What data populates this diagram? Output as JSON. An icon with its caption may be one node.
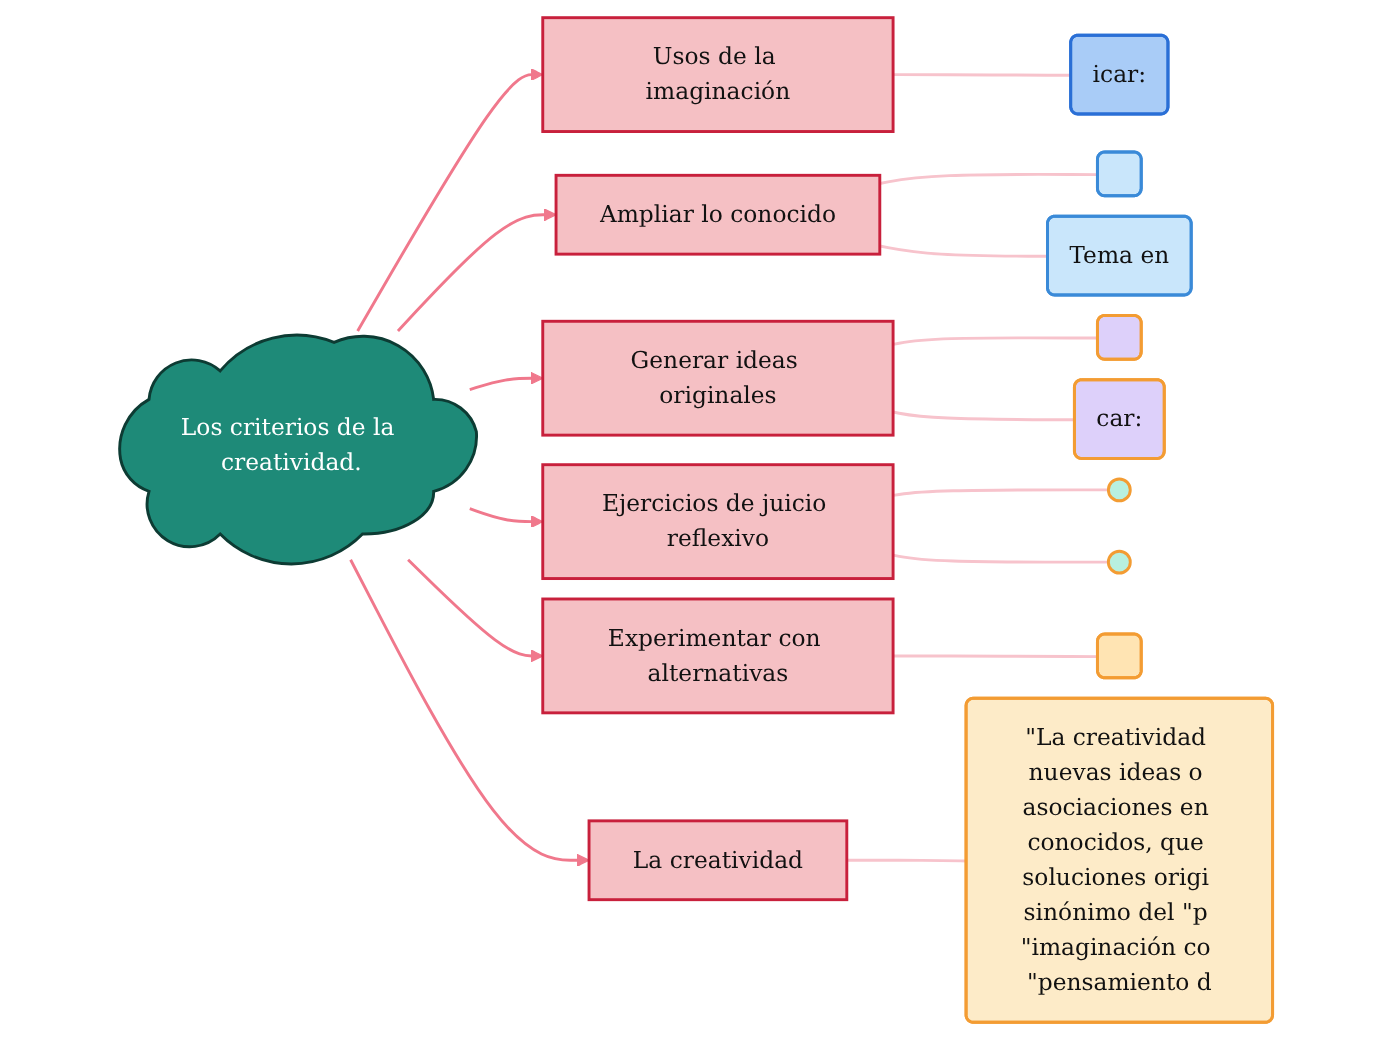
{
  "diagram": {
    "nodes": [
      {
        "text": [
          "Los criterios de la creatividad."
        ]
      },
      {
        "text": [
          "Usos de la imaginación"
        ]
      },
      {
        "text": [
          "icar:"
        ]
      },
      {
        "text": [
          "Ampliar lo conocido"
        ]
      },
      {
        "text": [],
        "shape": "box"
      },
      {
        "text": [
          "Tema en"
        ]
      },
      {
        "text": [
          "Generar ideas originales"
        ]
      },
      {
        "text": [],
        "shape": "box"
      },
      {
        "text": [
          "car:"
        ]
      },
      {
        "text": [
          "Ejercicios de juicio reflexivo"
        ]
      },
      {
        "text": [],
        "shape": "circle"
      },
      {
        "text": [],
        "shape": "circle"
      },
      {
        "text": [
          "Experimentar con alternativas"
        ]
      },
      {
        "text": [],
        "shape": "box"
      },
      {
        "text": [
          "La creatividad"
        ]
      },
      {
        "text": [
          "\"La creatividad nuevas ideas o asociaciones en conocidos, que soluciones origi sinónimo del \"p \"imaginación co \"pensamiento d"
        ]
      }
    ],
    "edges": [
      {
        "from": 0,
        "to": 1,
        "arrow": "to"
      },
      {
        "from": 1,
        "to": 2,
        "arrow": "none",
        "color": "#f7c3cc"
      },
      {
        "from": 0,
        "to": 3,
        "arrow": "to"
      },
      {
        "from": 3,
        "to": 4,
        "arrow": "none",
        "color": "#f7c3cc"
      },
      {
        "from": 3,
        "to": 5,
        "arrow": "none",
        "color": "#f7c3cc"
      },
      {
        "from": 0,
        "to": 6,
        "arrow": "to"
      },
      {
        "from": 6,
        "to": 7,
        "arrow": "none",
        "color": "#f7c3cc"
      },
      {
        "from": 6,
        "to": 8,
        "arrow": "none",
        "color": "#f7c3cc"
      },
      {
        "from": 0,
        "to": 9,
        "arrow": "to"
      },
      {
        "from": 9,
        "to": 10,
        "arrow": "none",
        "color": "#f7c3cc"
      },
      {
        "from": 9,
        "to": 11,
        "arrow": "none",
        "color": "#f7c3cc"
      },
      {
        "from": 0,
        "to": 12,
        "arrow": "to"
      },
      {
        "from": 12,
        "to": 13,
        "arrow": "none",
        "color": "#f7c3cc"
      },
      {
        "from": 0,
        "to": 14,
        "arrow": "to"
      },
      {
        "from": 14,
        "to": 15,
        "arrow": "none",
        "color": "#f7c3cc"
      }
    ]
  }
}
